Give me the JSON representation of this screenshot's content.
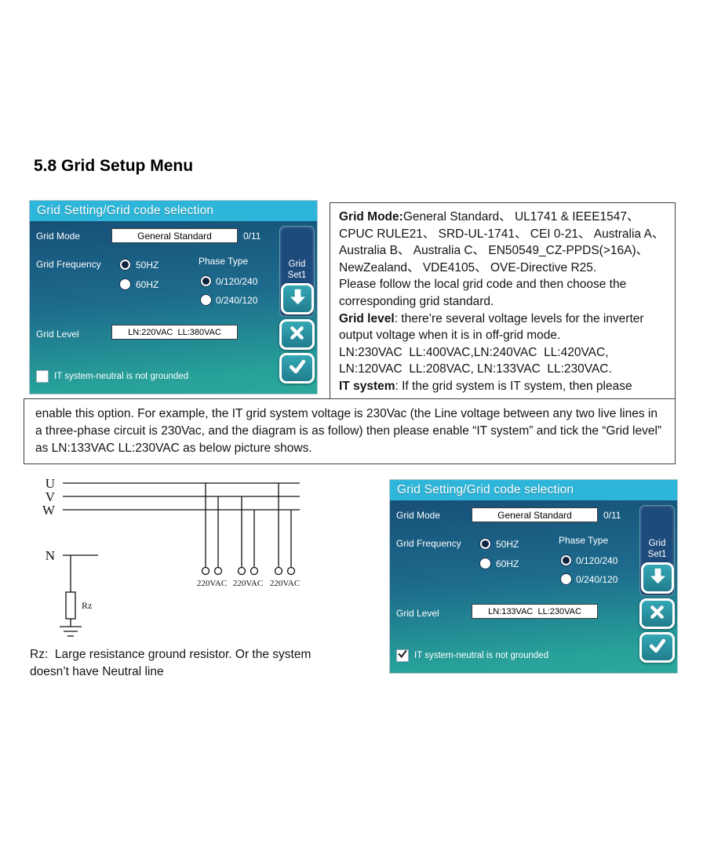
{
  "title": "5.8 Grid Setup Menu",
  "colors": {
    "header_cyan": "#2eb6da",
    "panel_top_blue": "#175078",
    "panel_bottom_teal": "#2ba89b",
    "side_button_teal": "#2a96a6",
    "grid_set_box_blue": "#1d4b7c",
    "selected_radio_dot": "#0e2440"
  },
  "panel1": {
    "header": "Grid Setting/Grid code selection",
    "grid_mode_label": "Grid Mode",
    "grid_mode_value": "General Standard",
    "grid_mode_count": "0/11",
    "grid_frequency_label": "Grid Frequency",
    "freq_option_1": "50HZ",
    "freq_option_2": "60HZ",
    "freq_selected": "50HZ",
    "phase_type_label": "Phase Type",
    "phase_option_1": "0/120/240",
    "phase_option_2": "0/240/120",
    "phase_selected": "0/120/240",
    "grid_set_line1": "Grid",
    "grid_set_line2": "Set1",
    "grid_level_label": "Grid Level",
    "grid_level_value": "LN:220VAC  LL:380VAC",
    "it_system_label": "IT system-neutral is not grounded",
    "it_system_checked": false,
    "icons": {
      "down": "down-arrow",
      "close": "close-x",
      "confirm": "checkmark"
    }
  },
  "panel2": {
    "header": "Grid Setting/Grid code selection",
    "grid_mode_label": "Grid Mode",
    "grid_mode_value": "General Standard",
    "grid_mode_count": "0/11",
    "grid_frequency_label": "Grid Frequency",
    "freq_option_1": "50HZ",
    "freq_option_2": "60HZ",
    "freq_selected": "50HZ",
    "phase_type_label": "Phase Type",
    "phase_option_1": "0/120/240",
    "phase_option_2": "0/240/120",
    "phase_selected": "0/120/240",
    "grid_set_line1": "Grid",
    "grid_set_line2": "Set1",
    "grid_level_label": "Grid Level",
    "grid_level_value": "LN:133VAC  LL:230VAC",
    "it_system_label": "IT system-neutral is not grounded",
    "it_system_checked": true,
    "icons": {
      "down": "down-arrow",
      "close": "close-x",
      "confirm": "checkmark"
    }
  },
  "description": {
    "grid_mode_bold": "Grid Mode:",
    "grid_mode_text": "General Standard、 UL1741 & IEEE1547、 CPUC RULE21、 SRD-UL-1741、 CEI 0-21、 Australia A、 Australia B、 Australia C、 EN50549_CZ-PPDS(>16A)、 NewZealand、 VDE4105、 OVE-Directive R25.",
    "follow_text": "Please follow the local grid code and then choose the corresponding grid standard.",
    "grid_level_bold": "Grid level",
    "grid_level_text": ": there’re several voltage levels for the inverter output voltage when it is in off-grid mode.",
    "voltage_line1": "LN:230VAC  LL:400VAC,LN:240VAC  LL:420VAC,",
    "voltage_line2": "LN:120VAC  LL:208VAC, LN:133VAC  LL:230VAC.",
    "it_bold": "IT system",
    "it_text": ": If the grid system is IT system, then please"
  },
  "paragraph": "enable this option. For example, the IT grid system voltage is 230Vac (the Line voltage between any two live lines in a three-phase circuit is 230Vac, and the diagram is as follow) then please enable “IT system” and tick the “Grid level” as LN:133VAC LL:230VAC as below picture shows.",
  "diagram": {
    "phase_u": "U",
    "phase_v": "V",
    "phase_w": "W",
    "neutral": "N",
    "voltage_1": "220VAC",
    "voltage_2": "220VAC",
    "voltage_3": "220VAC",
    "resistor": "Rz",
    "caption_line1": "Rz:  Large resistance ground resistor. Or the system",
    "caption_line2": "doesn’t have Neutral line"
  }
}
